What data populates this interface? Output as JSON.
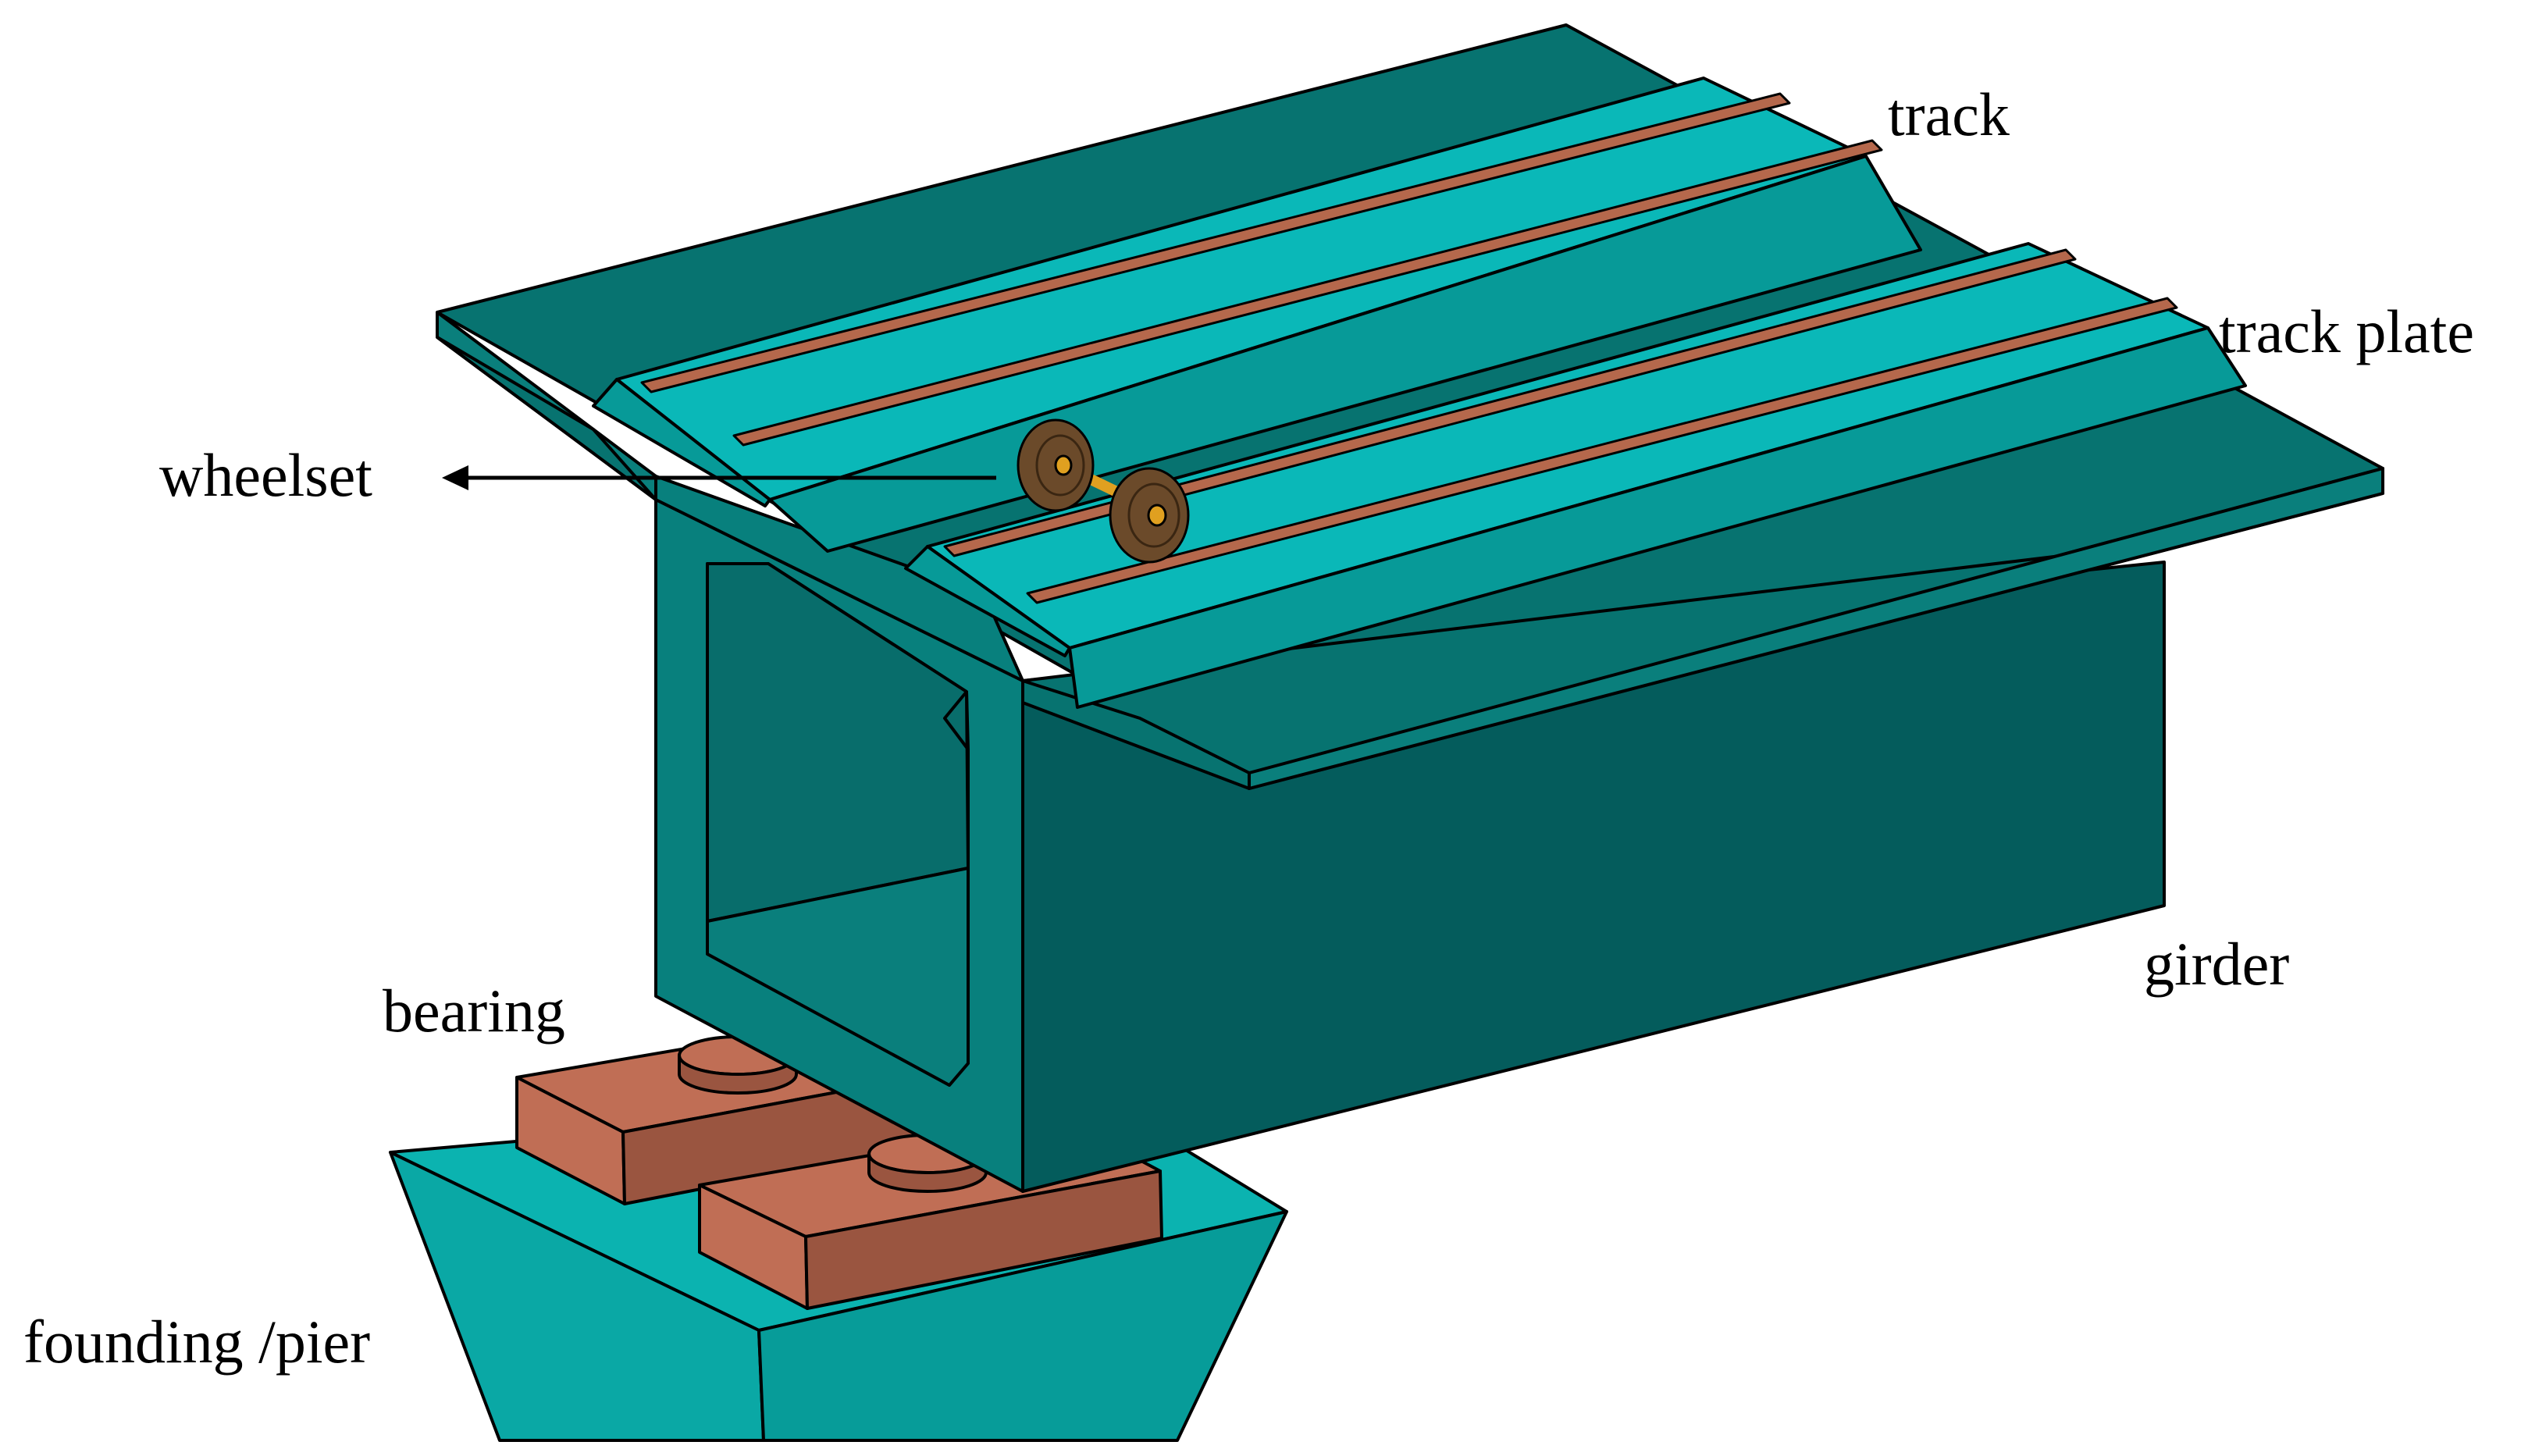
{
  "labels": {
    "track": "track",
    "track_plate": "track plate",
    "wheelset": "wheelset",
    "girder": "girder",
    "bearing": "bearing",
    "founding": "founding /pier"
  },
  "colors": {
    "deck_top": "#077370",
    "deck_edge": "#0a7f7c",
    "web_front": "#08807d",
    "girder_side": "#045c5c",
    "inner_wall": "#086d6b",
    "inner_floor": "#0a7f7c",
    "track_plate_top": "#0ab8b8",
    "track_plate_slope": "#079a98",
    "rail": "#b5684c",
    "rail_top": "#d98c66",
    "bearing_top": "#c06e55",
    "bearing_side": "#9a5540",
    "pier_top": "#0bb3b0",
    "pier_side": "#079c99",
    "pier_left": "#0aa8a5",
    "wheel": "#6b4a2a",
    "axle": "#e0a020",
    "outline": "#000000",
    "label_text": "#000000"
  }
}
